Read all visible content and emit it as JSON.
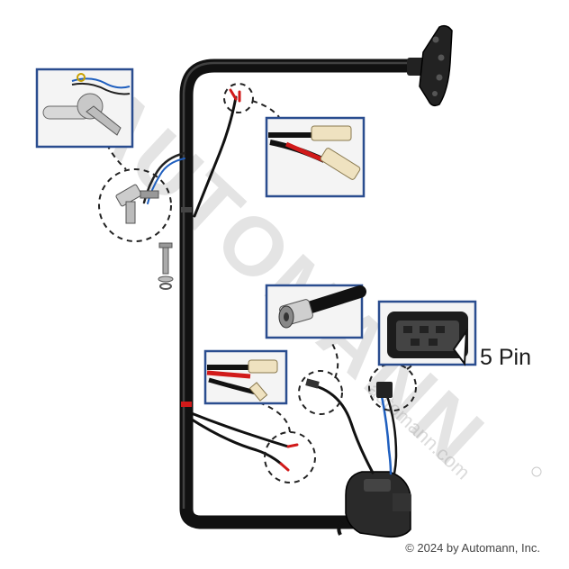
{
  "watermark": {
    "brand": "AUTOMANN",
    "url": "automann.com"
  },
  "callouts": {
    "connector_label": "5 Pin"
  },
  "footer": {
    "copyright": "© 2024 by Automann, Inc."
  },
  "colors": {
    "frame": "#1c1c1c",
    "box_border": "#2a4d8f",
    "wire_red": "#d11a1a",
    "wire_blue": "#1f5fbf"
  }
}
